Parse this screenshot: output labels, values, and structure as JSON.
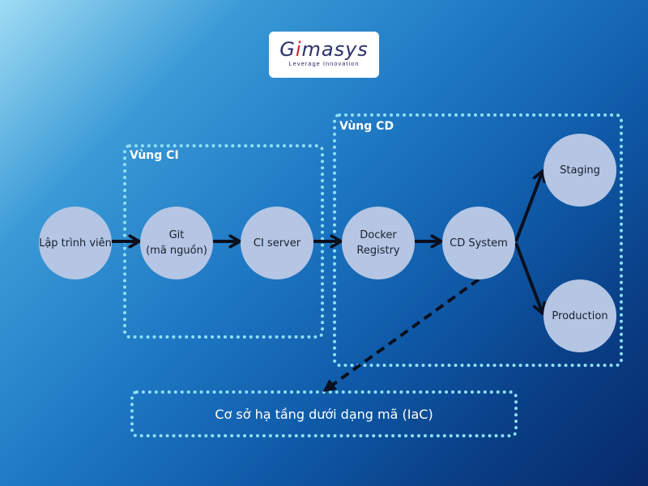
{
  "logo": {
    "word_prefix": "G",
    "word_accent": "i",
    "word_suffix": "masys",
    "tagline": "Leverage Innovation"
  },
  "zones": {
    "ci": {
      "label": "Vùng CI"
    },
    "cd": {
      "label": "Vùng CD"
    },
    "iac": {
      "label": "Cơ sở hạ tầng dưới dạng mã (IaC)"
    }
  },
  "nodes": {
    "developer": {
      "label": "Lập trình viên"
    },
    "git": {
      "line1": "Git",
      "line2": "(mã nguồn)"
    },
    "ci_server": {
      "label": "CI server"
    },
    "docker_registry": {
      "line1": "Docker",
      "line2": "Registry"
    },
    "cd_system": {
      "label": "CD System"
    },
    "staging": {
      "label": "Staging"
    },
    "production": {
      "label": "Production"
    }
  },
  "edges": [
    {
      "from": "Lập trình viên",
      "to": "Git (mã nguồn)",
      "style": "solid"
    },
    {
      "from": "Git (mã nguồn)",
      "to": "CI server",
      "style": "solid"
    },
    {
      "from": "CI server",
      "to": "Docker Registry",
      "style": "solid"
    },
    {
      "from": "Docker Registry",
      "to": "CD System",
      "style": "solid"
    },
    {
      "from": "CD System",
      "to": "Staging",
      "style": "solid"
    },
    {
      "from": "CD System",
      "to": "Production",
      "style": "solid"
    },
    {
      "from": "CD System",
      "to": "Cơ sở hạ tầng dưới dạng mã (IaC)",
      "style": "dashed"
    }
  ],
  "colors": {
    "node_fill": "#b4c6e4",
    "zone_border": "#8fe0f6",
    "arrow": "#0b0f1e",
    "logo_text": "#2b2f6b",
    "logo_accent": "#d8232a"
  }
}
